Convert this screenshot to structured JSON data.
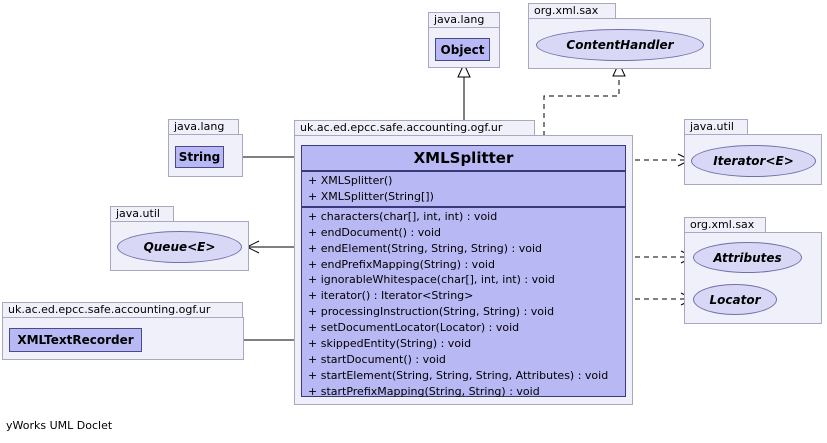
{
  "packages": {
    "java_lang_top": "java.lang",
    "org_xml_sax_top": "org.xml.sax",
    "java_lang_left": "java.lang",
    "main_pkg": "uk.ac.ed.epcc.safe.accounting.ogf.ur",
    "java_util_right": "java.util",
    "java_util_left": "java.util",
    "org_xml_sax_right": "org.xml.sax",
    "recorder_pkg": "uk.ac.ed.epcc.safe.accounting.ogf.ur"
  },
  "classes": {
    "object": "Object",
    "string": "String",
    "xml_text_recorder": "XMLTextRecorder"
  },
  "interfaces": {
    "content_handler": "ContentHandler",
    "iterator": "Iterator<E>",
    "queue": "Queue<E>",
    "attributes": "Attributes",
    "locator": "Locator"
  },
  "main_class": {
    "name": "XMLSplitter",
    "constructors": [
      "+  XMLSplitter()",
      "+  XMLSplitter(String[])"
    ],
    "methods": [
      "+  characters(char[], int, int) : void",
      "+  endDocument() : void",
      "+  endElement(String, String, String) : void",
      "+  endPrefixMapping(String) : void",
      "+  ignorableWhitespace(char[], int, int) : void",
      "+  iterator() : Iterator<String>",
      "+  processingInstruction(String, String) : void",
      "+  setDocumentLocator(Locator) : void",
      "+  skippedEntity(String) : void",
      "+  startDocument() : void",
      "+  startElement(String, String, String, Attributes) : void",
      "+  startPrefixMapping(String, String) : void"
    ]
  },
  "footer": "yWorks UML Doclet"
}
